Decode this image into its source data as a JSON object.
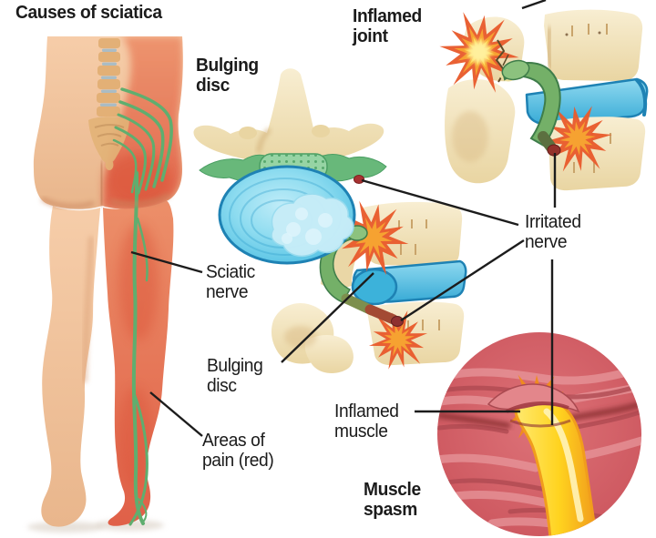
{
  "title": "Causes of sciatica",
  "labels": {
    "bulging_disc_top": {
      "line1": "Bulging",
      "line2": "disc"
    },
    "inflamed_joint": {
      "line1": "Inflamed",
      "line2": "joint"
    },
    "irritated_nerve": {
      "line1": "Irritated",
      "line2": "nerve"
    },
    "sciatic_nerve": {
      "line1": "Sciatic",
      "line2": "nerve"
    },
    "bulging_disc_side": {
      "line1": "Bulging",
      "line2": "disc"
    },
    "areas_of_pain": {
      "line1": "Areas of",
      "line2": "pain (red)"
    },
    "inflamed_muscle": {
      "line1": "Inflamed",
      "line2": "muscle"
    },
    "muscle_spasm": {
      "line1": "Muscle",
      "line2": "spasm"
    }
  },
  "colors": {
    "background": "#ffffff",
    "text": "#1b1b1b",
    "leader_line": "#1c1c1c",
    "skin": "#f2c19b",
    "skin_shadow": "#d99e75",
    "pain_red": "#e4714f",
    "pain_deep": "#da5339",
    "nerve_green": "#5fae6f",
    "bone": "#f2e2bc",
    "bone_shadow": "#d8b781",
    "disc_blue": "#4fc3e8",
    "disc_outline": "#1e82b4",
    "inflammation_red": "#e85c2d",
    "inflammation_orange": "#f6a231",
    "inflammation_yellow": "#ffd84d",
    "muscle_red": "#d05a60",
    "muscle_light": "#e89a9e",
    "muscle_dark": "#8e3036",
    "nerve_yellow": "#ffd31f",
    "nerve_yellow_edge": "#f19d1c"
  }
}
